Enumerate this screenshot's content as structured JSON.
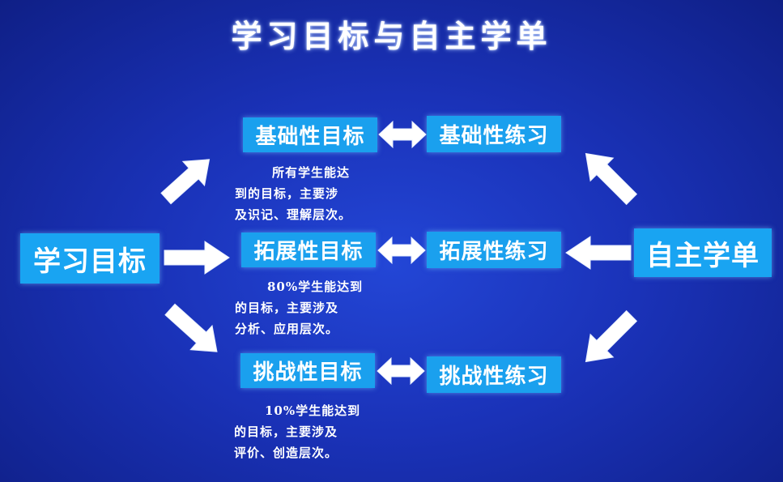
{
  "title": "学习目标与自主学单",
  "left_node": "学习目标",
  "right_node": "自主学单",
  "rows": [
    {
      "goal": "基础性目标",
      "practice": "基础性练习",
      "desc": [
        "所有学生能达",
        "到的目标，主要涉",
        "及识记、理解层次。"
      ]
    },
    {
      "goal": "拓展性目标",
      "practice": "拓展性练习",
      "desc": [
        "80%学生能达到",
        "的目标，主要涉及",
        "分析、应用层次。"
      ]
    },
    {
      "goal": "挑战性目标",
      "practice": "挑战性练习",
      "desc": [
        "10%学生能达到",
        "的目标，主要涉及",
        "评价、创造层次。"
      ]
    }
  ],
  "colors": {
    "background": "#1a32b8",
    "box": "#1aa0ee",
    "text": "#ffffff",
    "arrow": "#ffffff"
  }
}
